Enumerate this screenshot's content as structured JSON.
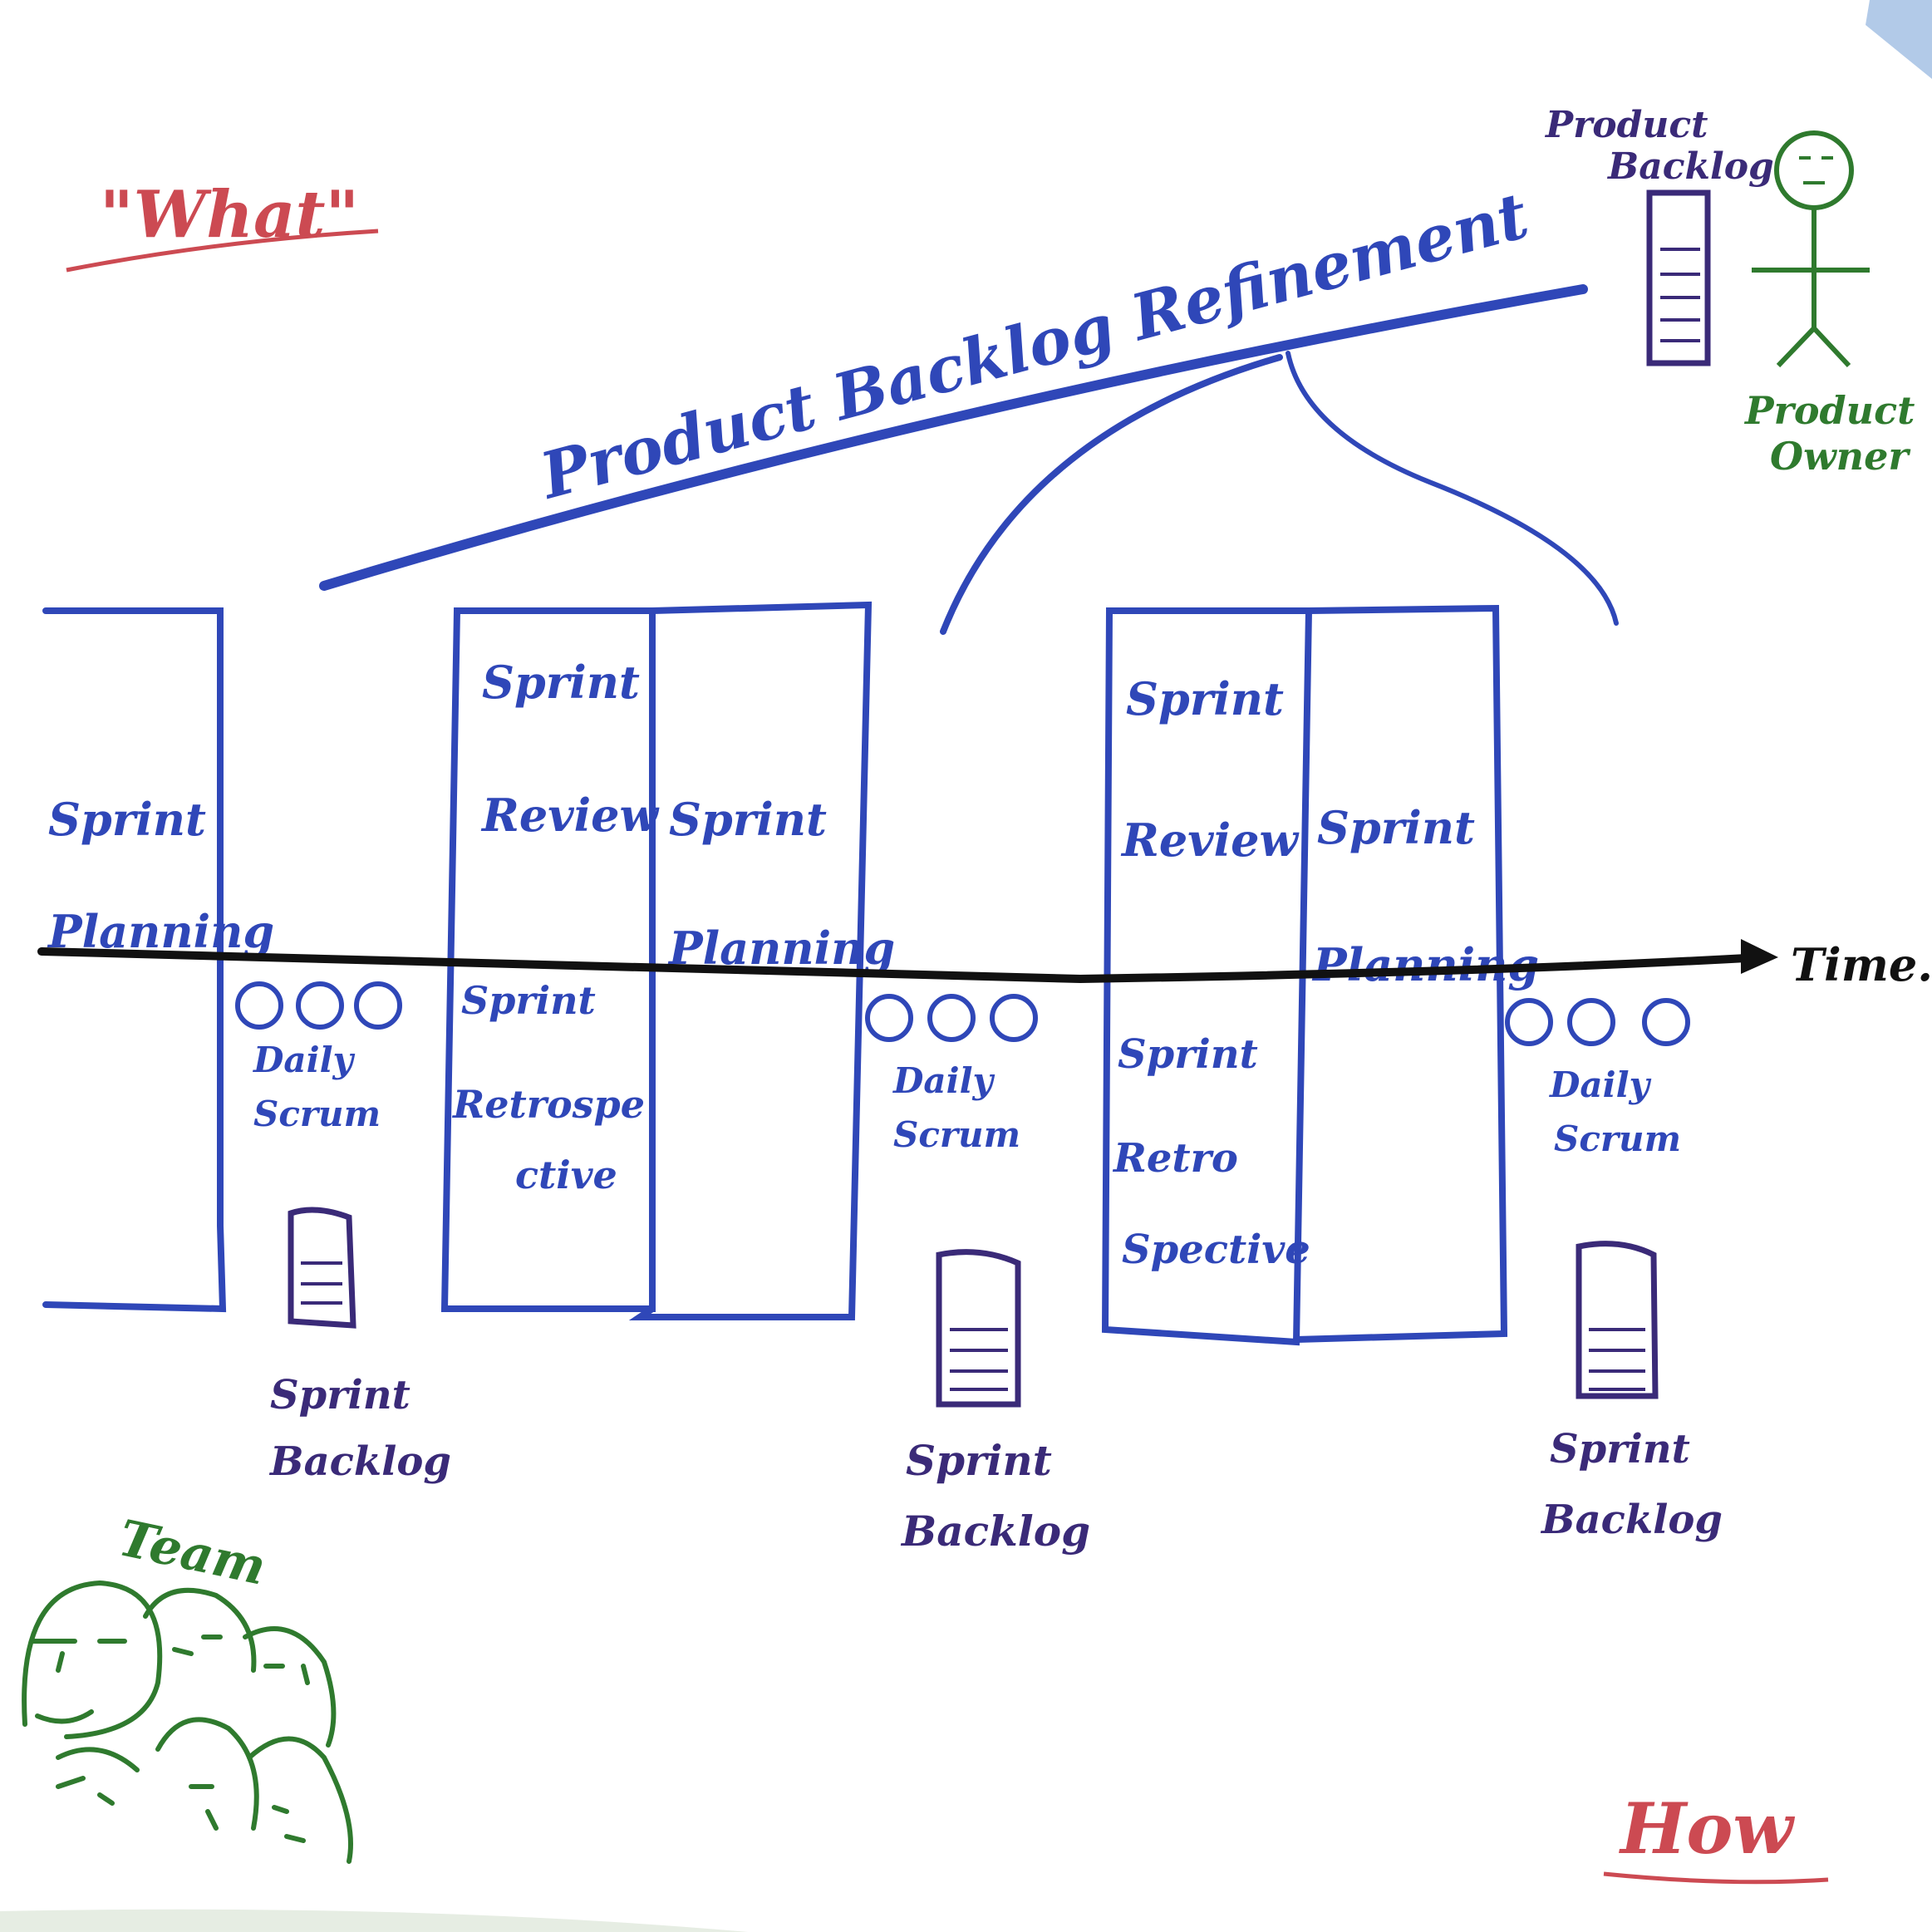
{
  "title": "\"What\"",
  "corner_label": "How",
  "refinement_label": "Product Backlog Refinement",
  "product_backlog_label": [
    "Product",
    "Backlog"
  ],
  "product_owner_label": [
    "Product",
    "Owner"
  ],
  "timeline_label": "Time.",
  "team_label": "Team",
  "blocks": {
    "planning_1": [
      "Sprint",
      "Planning"
    ],
    "review_1": [
      "Sprint",
      "Review"
    ],
    "retro_1": [
      "Sprint",
      "Retrospe",
      "ctive"
    ],
    "planning_2": [
      "Sprint",
      "Planning"
    ],
    "review_2": [
      "Sprint",
      "Review"
    ],
    "retro_2": [
      "Sprint",
      "Retro",
      "Spective"
    ],
    "planning_3": [
      "Sprint",
      "Planning"
    ]
  },
  "daily_scrum_label": [
    "Daily",
    "Scrum"
  ],
  "sprint_backlog_label": [
    "Sprint",
    "Backlog"
  ],
  "colors": {
    "blue": "#2f47b8",
    "black": "#111111",
    "purple": "#3a2a78",
    "green": "#2f7a2e",
    "red": "#cc4a52"
  }
}
